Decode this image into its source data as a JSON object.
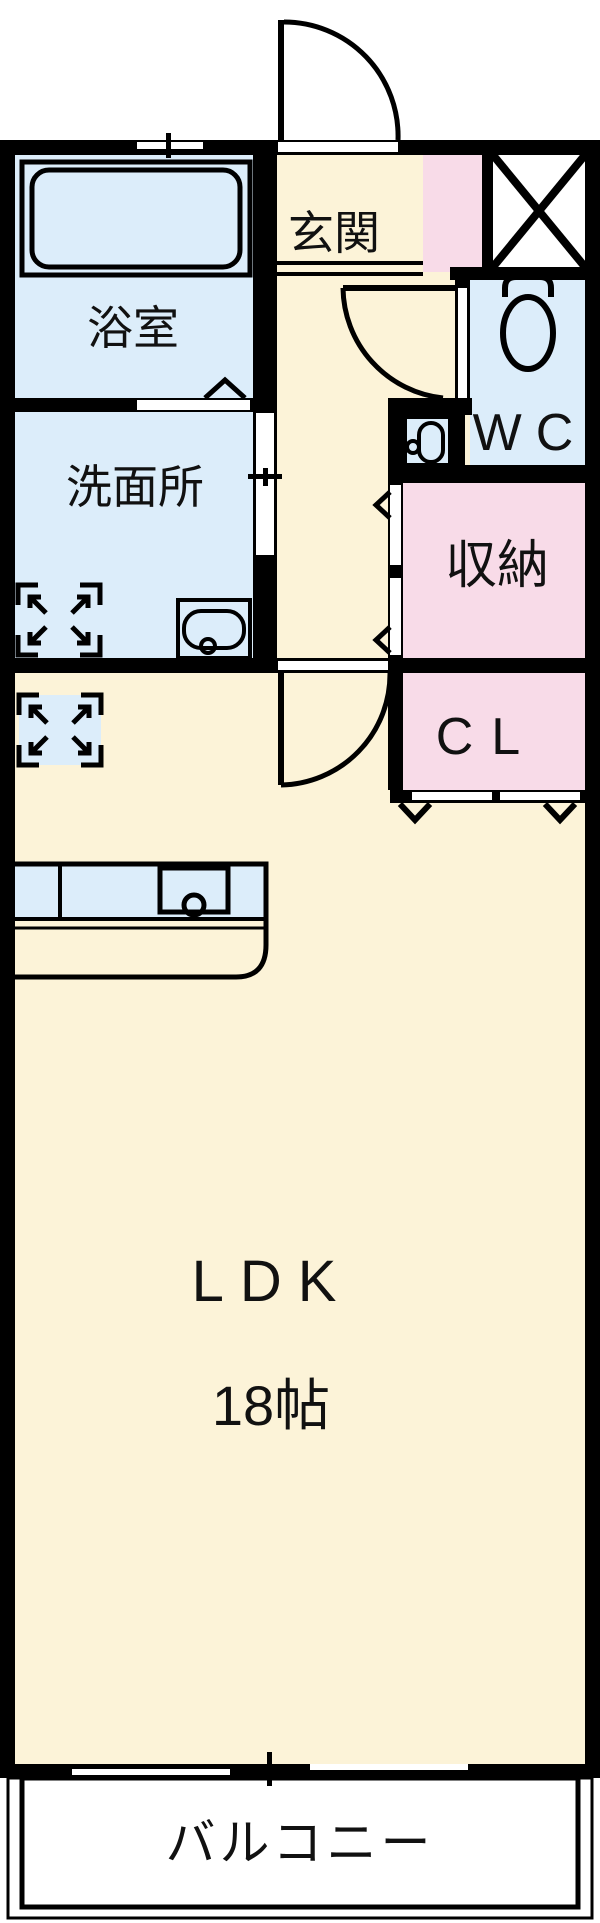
{
  "colors": {
    "wall": "#000000",
    "floor_cream": "#FCF3D8",
    "wet_area_blue": "#DCEDFA",
    "storage_pink": "#F8DBE8",
    "outside_white": "#FFFFFF",
    "text": "#111111"
  },
  "rooms": {
    "genkan": {
      "label": "玄関"
    },
    "bathroom": {
      "label": "浴室"
    },
    "washroom": {
      "label": "洗面所"
    },
    "wc": {
      "label": "WC"
    },
    "storage": {
      "label": "収納"
    },
    "closet": {
      "label": "CL"
    },
    "ldk": {
      "label": "LDK",
      "size_label": "18帖"
    },
    "balcony": {
      "label": "バルコニー"
    }
  }
}
